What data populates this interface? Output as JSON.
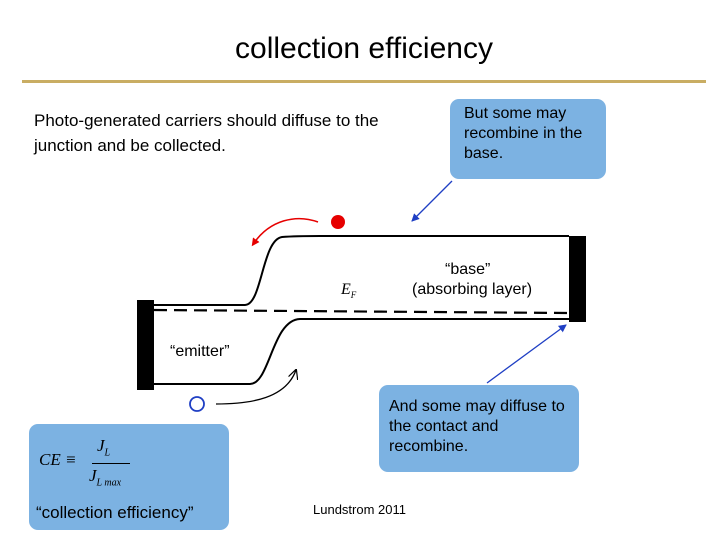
{
  "title": "collection efficiency",
  "intro_text": "Photo-generated carriers should diffuse to the junction and be collected.",
  "callouts": {
    "recombine_base": "But some may recombine in the base.",
    "diffuse_contact": "And some may diffuse to the contact and recombine."
  },
  "equation": {
    "lhs": "CE ≡",
    "numerator": "J",
    "numerator_sub": "L",
    "denominator": "J",
    "denominator_sub": "L max",
    "caption": "“collection efficiency”"
  },
  "labels": {
    "base": "“base”",
    "base_sub": "(absorbing layer)",
    "emitter": "“emitter”",
    "fermi": "E",
    "fermi_sub": "F"
  },
  "footer": "Lundstrom 2011",
  "colors": {
    "callout_fill": "#7cb2e2",
    "title_rule": "#c9ad63",
    "electron": "#e60000",
    "hole_outline": "#1f3fc4",
    "arrow_red": "#e60000",
    "arrow_blue": "#1f3fc4",
    "contact": "#000000"
  }
}
